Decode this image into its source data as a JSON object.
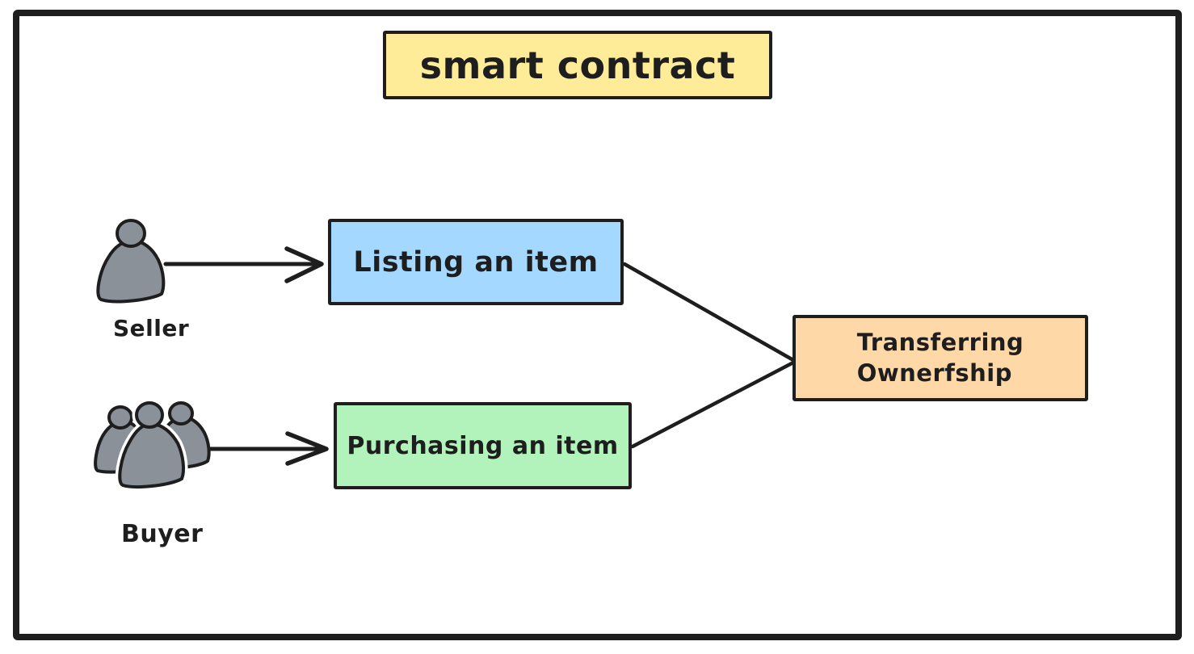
{
  "colors": {
    "canvas_bg": "#ffffff",
    "stroke": "#1e1e1e",
    "title_fill": "#ffec99",
    "listing_fill": "#a5d8ff",
    "purchasing_fill": "#b2f2bb",
    "transfer_fill": "#ffd8a8",
    "person_fill": "#8a9199"
  },
  "diagram": {
    "title": "smart contract",
    "actors": {
      "seller": {
        "label": "Seller",
        "icon": "single-person-icon"
      },
      "buyer": {
        "label": "Buyer",
        "icon": "three-person-group-icon"
      }
    },
    "nodes": {
      "listing": {
        "label": "Listing an item"
      },
      "purchasing": {
        "label": "Purchasing an item"
      },
      "transfer": {
        "line1": "Transferring",
        "line2": "Ownerfship"
      }
    },
    "connections": [
      {
        "from": "seller",
        "to": "listing",
        "type": "arrow"
      },
      {
        "from": "buyer",
        "to": "purchasing",
        "type": "arrow"
      },
      {
        "from": "listing",
        "to": "transfer",
        "type": "line"
      },
      {
        "from": "purchasing",
        "to": "transfer",
        "type": "line"
      }
    ]
  }
}
